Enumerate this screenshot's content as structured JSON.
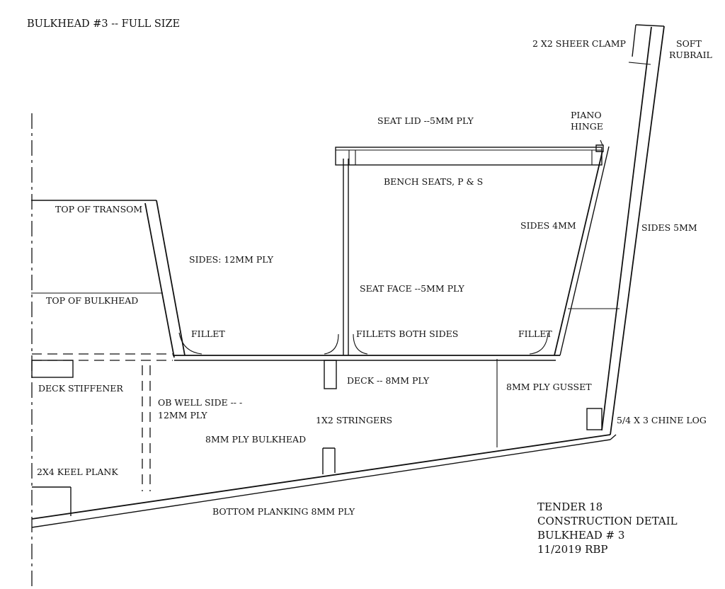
{
  "title": "BULKHEAD #3 -- FULL SIZE",
  "labels": {
    "sheer_clamp": "2 X2 SHEER CLAMP",
    "soft_rubrail_1": "SOFT",
    "soft_rubrail_2": "RUBRAIL",
    "piano_hinge_1": "PIANO",
    "piano_hinge_2": "HINGE",
    "seat_lid": "SEAT LID --5MM PLY",
    "bench_seats": "BENCH SEATS, P & S",
    "top_of_transom": "TOP OF TRANSOM",
    "sides_4mm": "SIDES 4MM",
    "sides_5mm": "SIDES 5MM",
    "sides_12mm": "SIDES: 12MM PLY",
    "seat_face": "SEAT FACE --5MM PLY",
    "top_of_bulkhead": "TOP OF BULKHEAD",
    "fillet_left": "FILLET",
    "fillets_both_sides": "FILLETS BOTH SIDES",
    "fillet_right": "FILLET",
    "deck": "DECK --  8MM  PLY",
    "gusset": "8MM PLY GUSSET",
    "deck_stiffener": "DECK  STIFFENER",
    "ob_well_1": "OB WELL SIDE -- -",
    "ob_well_2": "12MM PLY",
    "stringers": "1X2  STRINGERS",
    "chine_log": "5/4 X 3 CHINE LOG",
    "ply_bulkhead": "8MM PLY BULKHEAD",
    "keel_plank": "2X4 KEEL PLANK",
    "bottom_planking": "BOTTOM PLANKING 8MM PLY"
  },
  "title_block": {
    "line1": "TENDER 18",
    "line2": "CONSTRUCTION DETAIL",
    "line3": "BULKHEAD # 3",
    "line4": "11/2019  RBP"
  }
}
